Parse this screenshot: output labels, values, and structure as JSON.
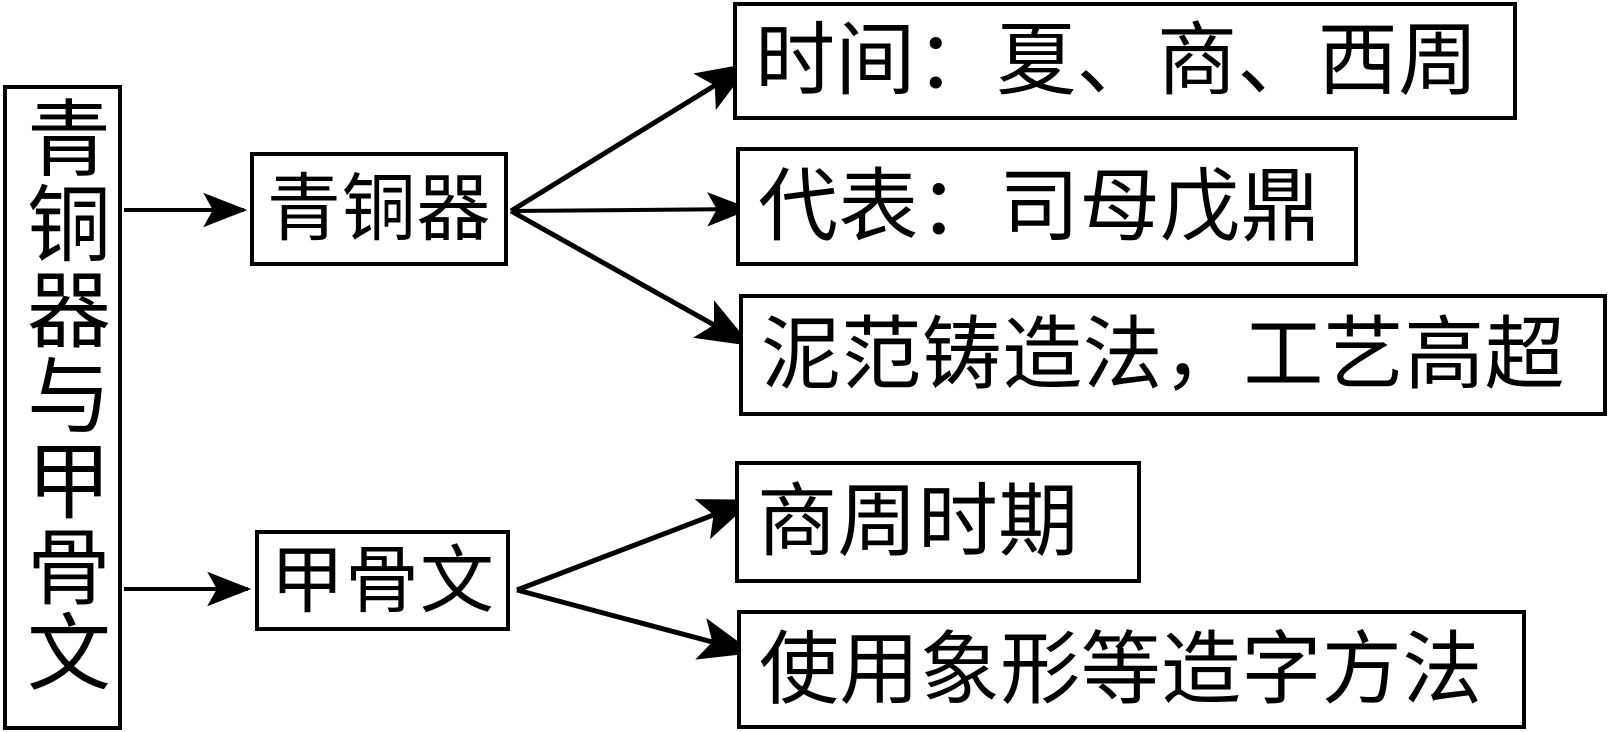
{
  "diagram": {
    "type": "tree-flowchart",
    "direction": "left-to-right",
    "background_color": "#ffffff",
    "line_color": "#000000",
    "text_color": "#000000",
    "root": {
      "label": "青铜器与甲骨文",
      "orientation": "vertical"
    },
    "branches": [
      {
        "label": "青铜器",
        "children": [
          {
            "label": "时间：夏、商、西周"
          },
          {
            "label": "代表：司母戊鼎"
          },
          {
            "label": "泥范铸造法，工艺高超"
          }
        ]
      },
      {
        "label": "甲骨文",
        "children": [
          {
            "label": "商周时期"
          },
          {
            "label": "使用象形等造字方法"
          }
        ]
      }
    ],
    "connectors": [
      {
        "name": "root-to-qingtongqi",
        "kind": "arrow"
      },
      {
        "name": "root-to-jiaguwen",
        "kind": "arrow"
      },
      {
        "name": "qingtongqi-to-shijian",
        "kind": "arrow"
      },
      {
        "name": "qingtongqi-to-daibiao",
        "kind": "arrow"
      },
      {
        "name": "qingtongqi-to-nifan",
        "kind": "arrow"
      },
      {
        "name": "jiaguwen-to-shangzhou",
        "kind": "arrow"
      },
      {
        "name": "jiaguwen-to-xiangxing",
        "kind": "arrow"
      }
    ]
  }
}
